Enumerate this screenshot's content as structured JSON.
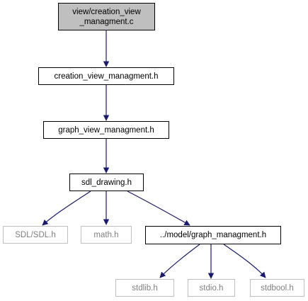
{
  "nodes": {
    "root": {
      "line1": "view/creation_view",
      "line2": "_managment.c"
    },
    "creation_view_managment_h": "creation_view_managment.h",
    "graph_view_managment_h": "graph_view_managment.h",
    "sdl_drawing_h": "sdl_drawing.h",
    "sdl_h": "SDL/SDL.h",
    "math_h": "math.h",
    "graph_managment_h": "../model/graph_managment.h",
    "stdlib_h": "stdlib.h",
    "stdio_h": "stdio.h",
    "stdbool_h": "stdbool.h"
  },
  "colors": {
    "edge": "#191970",
    "root_fill": "#bfbfbf",
    "external_border": "#bfbfbf",
    "external_text": "#7f7f7f"
  }
}
